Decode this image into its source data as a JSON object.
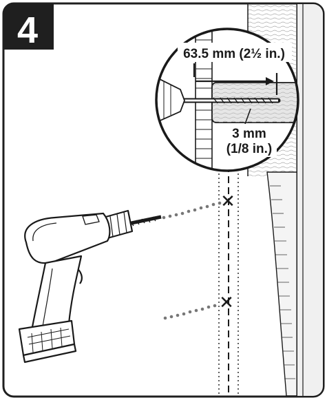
{
  "step": {
    "number": "4"
  },
  "callout": {
    "depth_label": "63.5 mm (2½ in.)",
    "bit_size_line1": "3 mm",
    "bit_size_line2": "(1/8 in.)"
  },
  "marks": {
    "upper": "✕",
    "lower": "✕"
  },
  "colors": {
    "ink": "#1a1a1a",
    "frame": "#1f1f1f",
    "wood": "#e6e6e6",
    "wall": "#f0f0f0",
    "dots": "#777777",
    "white": "#ffffff"
  }
}
